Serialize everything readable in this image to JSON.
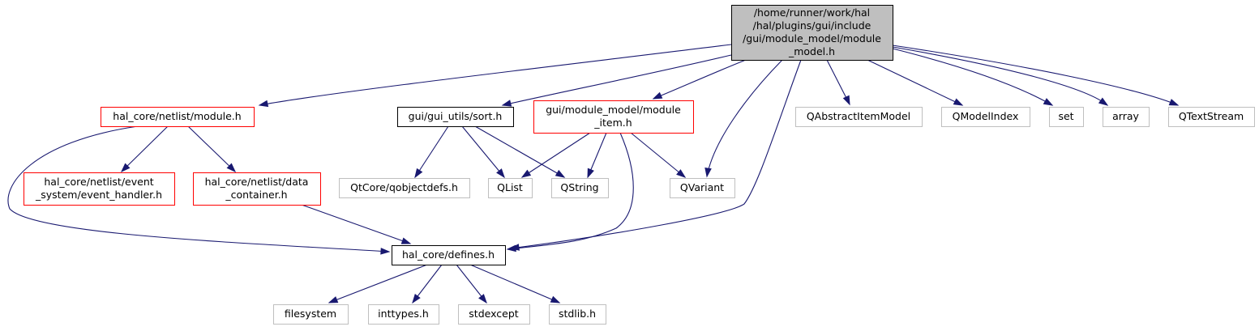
{
  "colors": {
    "edge": "#191970",
    "root_fill": "#bfbfbf",
    "root_border": "#000000",
    "red_border": "#ff0000",
    "gray_border": "#bfbfbf",
    "black_border": "#000000"
  },
  "nodes": {
    "root": {
      "lines": [
        "/home/runner/work/hal",
        "/hal/plugins/gui/include",
        "/gui/module_model/module",
        "_model.h"
      ],
      "style": "root"
    },
    "module_h": {
      "lines": [
        "hal_core/netlist/module.h"
      ],
      "style": "red"
    },
    "sort_h": {
      "lines": [
        "gui/gui_utils/sort.h"
      ],
      "style": "black"
    },
    "module_item_h": {
      "lines": [
        "gui/module_model/module",
        "_item.h"
      ],
      "style": "red"
    },
    "qabstractitemmodel": {
      "lines": [
        "QAbstractItemModel"
      ],
      "style": "gray"
    },
    "qmodelindex": {
      "lines": [
        "QModelIndex"
      ],
      "style": "gray"
    },
    "set": {
      "lines": [
        "set"
      ],
      "style": "gray"
    },
    "array": {
      "lines": [
        "array"
      ],
      "style": "gray"
    },
    "qtextstream": {
      "lines": [
        "QTextStream"
      ],
      "style": "gray"
    },
    "event_handler_h": {
      "lines": [
        "hal_core/netlist/event",
        "_system/event_handler.h"
      ],
      "style": "red"
    },
    "data_container_h": {
      "lines": [
        "hal_core/netlist/data",
        "_container.h"
      ],
      "style": "red"
    },
    "qobjectdefs_h": {
      "lines": [
        "QtCore/qobjectdefs.h"
      ],
      "style": "gray"
    },
    "qlist": {
      "lines": [
        "QList"
      ],
      "style": "gray"
    },
    "qstring": {
      "lines": [
        "QString"
      ],
      "style": "gray"
    },
    "qvariant": {
      "lines": [
        "QVariant"
      ],
      "style": "gray"
    },
    "defines_h": {
      "lines": [
        "hal_core/defines.h"
      ],
      "style": "black"
    },
    "filesystem": {
      "lines": [
        "filesystem"
      ],
      "style": "gray"
    },
    "inttypes_h": {
      "lines": [
        "inttypes.h"
      ],
      "style": "gray"
    },
    "stdexcept": {
      "lines": [
        "stdexcept"
      ],
      "style": "gray"
    },
    "stdlib_h": {
      "lines": [
        "stdlib.h"
      ],
      "style": "gray"
    }
  },
  "edges": [
    [
      "root",
      "module_h"
    ],
    [
      "root",
      "sort_h"
    ],
    [
      "root",
      "module_item_h"
    ],
    [
      "root",
      "qvariant"
    ],
    [
      "root",
      "defines_h"
    ],
    [
      "root",
      "qabstractitemmodel"
    ],
    [
      "root",
      "qmodelindex"
    ],
    [
      "root",
      "set"
    ],
    [
      "root",
      "array"
    ],
    [
      "root",
      "qtextstream"
    ],
    [
      "module_h",
      "event_handler_h"
    ],
    [
      "module_h",
      "data_container_h"
    ],
    [
      "module_h",
      "defines_h"
    ],
    [
      "sort_h",
      "qobjectdefs_h"
    ],
    [
      "sort_h",
      "qlist"
    ],
    [
      "sort_h",
      "qstring"
    ],
    [
      "module_item_h",
      "qlist"
    ],
    [
      "module_item_h",
      "qstring"
    ],
    [
      "module_item_h",
      "qvariant"
    ],
    [
      "module_item_h",
      "defines_h"
    ],
    [
      "data_container_h",
      "defines_h"
    ],
    [
      "defines_h",
      "filesystem"
    ],
    [
      "defines_h",
      "inttypes_h"
    ],
    [
      "defines_h",
      "stdexcept"
    ],
    [
      "defines_h",
      "stdlib_h"
    ]
  ]
}
